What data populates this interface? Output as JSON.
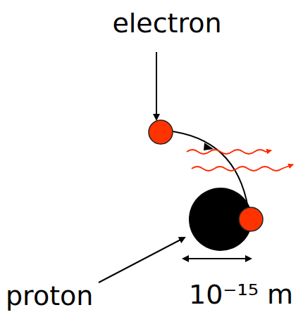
{
  "diagram": {
    "labels": [
      "electron",
      "proton",
      "10⁻¹⁵ m"
    ]
  }
}
